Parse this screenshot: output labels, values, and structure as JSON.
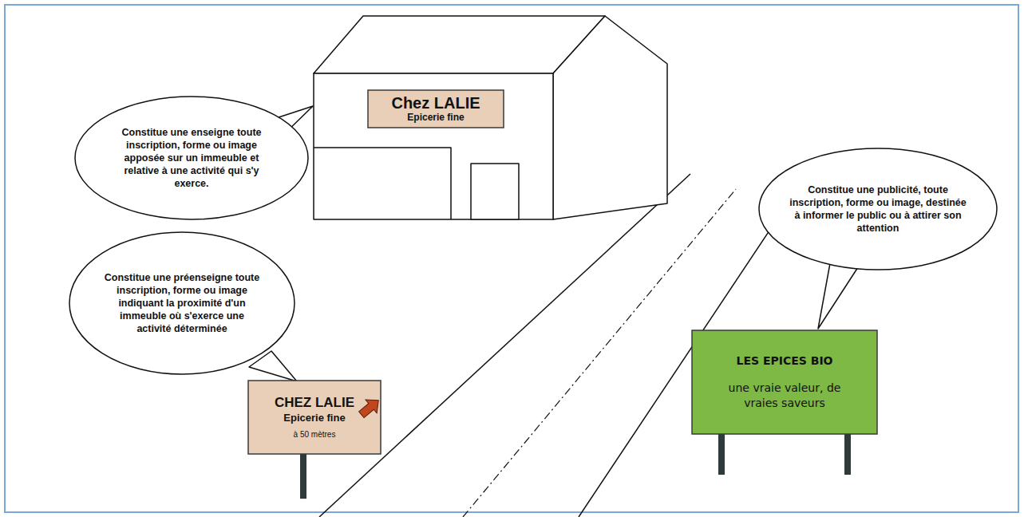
{
  "diagram": {
    "nodes": [
      {
        "text": [
          "Chez LALIE",
          "Epicerie fine"
        ]
      },
      {
        "text": [
          "Constitue une enseigne toute inscription, forme ou image apposée sur un immeuble et relative à une activité qui s'y exerce."
        ]
      },
      {
        "text": [
          "Constitue une publicité, toute inscription, forme ou image, destinée à informer le public ou à attirer son attention"
        ]
      },
      {
        "text": [
          "Constitue une préenseigne toute inscription, forme ou image indiquant la proximité d'un immeuble où s'exerce une activité déterminée"
        ]
      },
      {
        "text": [
          "CHEZ LALIE",
          "Epicerie fine",
          "à 50 mètres"
        ]
      },
      {
        "text": [
          "LES EPICES BIO",
          "une vraie valeur, de vraies saveurs"
        ]
      }
    ]
  }
}
